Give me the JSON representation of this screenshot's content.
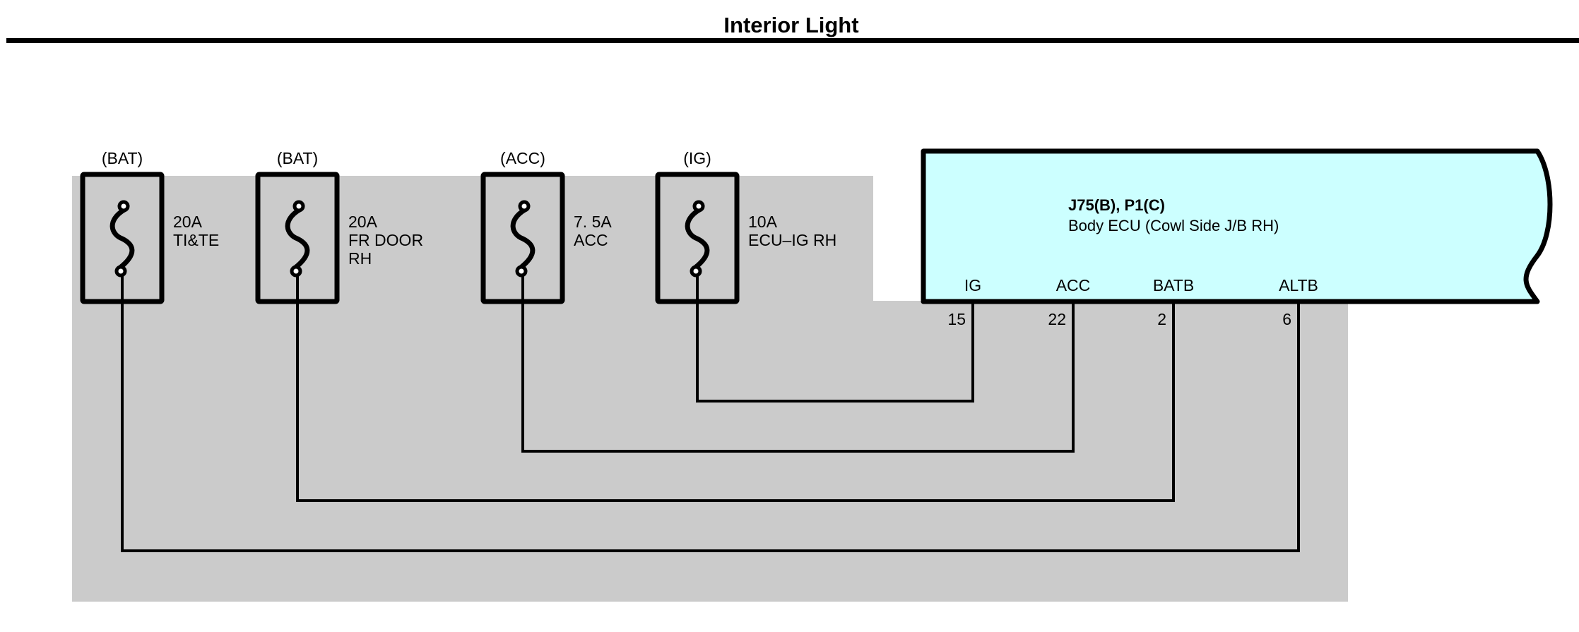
{
  "page": {
    "title": "Interior Light"
  },
  "colors": {
    "background": "#ffffff",
    "junction_block_shade": "#cbcbcb",
    "ecu_fill": "#ccffff",
    "line": "#000000"
  },
  "fuses": [
    {
      "id": "f1",
      "source": "(BAT)",
      "rating": "20A",
      "name_lines": [
        "TI&TE"
      ],
      "connects_to_pin": "ALTB",
      "icon": "fuse-icon"
    },
    {
      "id": "f2",
      "source": "(BAT)",
      "rating": "20A",
      "name_lines": [
        "FR DOOR",
        "RH"
      ],
      "connects_to_pin": "BATB",
      "icon": "fuse-icon"
    },
    {
      "id": "f3",
      "source": "(ACC)",
      "rating": "7. 5A",
      "name_lines": [
        "ACC"
      ],
      "connects_to_pin": "ACC",
      "icon": "fuse-icon"
    },
    {
      "id": "f4",
      "source": "(IG)",
      "rating": "10A",
      "name_lines": [
        "ECU–IG RH"
      ],
      "connects_to_pin": "IG",
      "icon": "fuse-icon"
    }
  ],
  "ecu": {
    "connectors": "J75(B), P1(C)",
    "name": "Body ECU (Cowl Side J/B RH)",
    "pins": [
      {
        "name": "IG",
        "number": "15"
      },
      {
        "name": "ACC",
        "number": "22"
      },
      {
        "name": "BATB",
        "number": "2"
      },
      {
        "name": "ALTB",
        "number": "6"
      }
    ]
  }
}
